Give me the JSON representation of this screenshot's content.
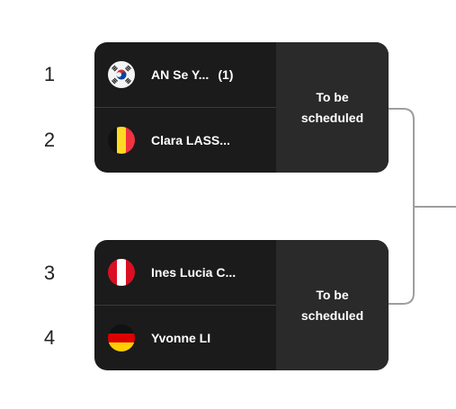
{
  "seeds": [
    "1",
    "2",
    "3",
    "4"
  ],
  "matches": [
    {
      "status_line1": "To be",
      "status_line2": "scheduled",
      "players": [
        {
          "name": "AN Se Y...",
          "seed": "(1)",
          "flag": "south-korea-flag"
        },
        {
          "name": "Clara LASS...",
          "seed": "",
          "flag": "belgium-flag"
        }
      ]
    },
    {
      "status_line1": "To be",
      "status_line2": "scheduled",
      "players": [
        {
          "name": "Ines Lucia C...",
          "seed": "",
          "flag": "peru-flag"
        },
        {
          "name": "Yvonne LI",
          "seed": "",
          "flag": "germany-flag"
        }
      ]
    }
  ],
  "colors": {
    "card_bg": "#1b1b1b",
    "status_bg": "#2a2a2a",
    "connector": "#9e9e9e"
  }
}
